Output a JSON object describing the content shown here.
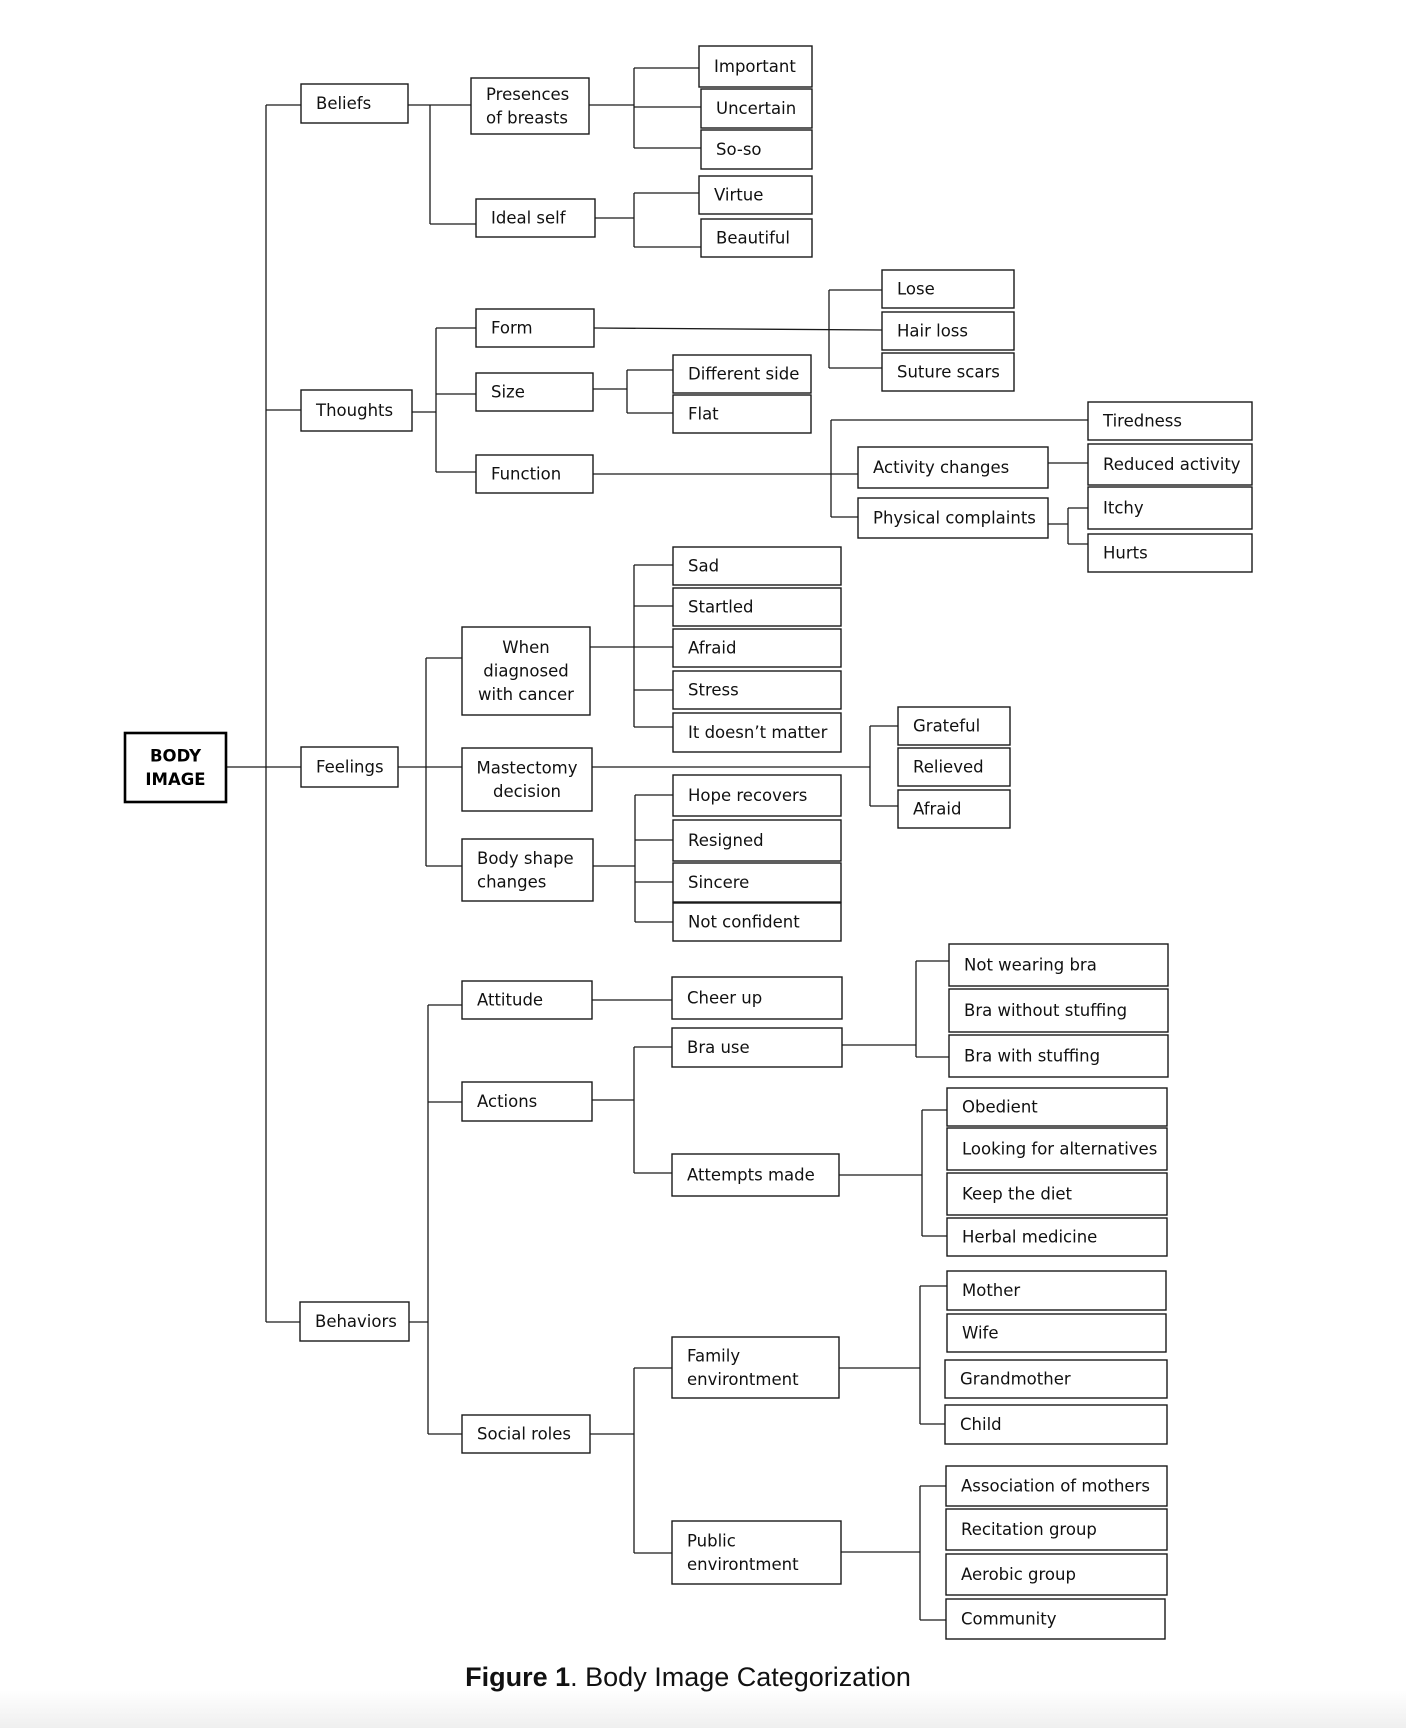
{
  "caption": {
    "number": "Figure 1",
    "text": ". Body Image Categorization"
  },
  "root": [
    "BODY",
    "IMAGE"
  ],
  "nodes": {
    "beliefs": "Beliefs",
    "thoughts": "Thoughts",
    "feelings": "Feelings",
    "behaviors": "Behaviors",
    "presences": [
      "Presences",
      "of breasts"
    ],
    "ideal_self": "Ideal self",
    "important": "Important",
    "uncertain": "Uncertain",
    "soso": "So-so",
    "virtue": "Virtue",
    "beautiful": "Beautiful",
    "form": "Form",
    "size": "Size",
    "function": "Function",
    "lose": "Lose",
    "hair_loss": "Hair loss",
    "suture_scars": "Suture scars",
    "different_side": "Different side",
    "flat": "Flat",
    "activity_changes": "Activity changes",
    "physical_complaints": "Physical complaints",
    "tiredness": "Tiredness",
    "reduced_activity": "Reduced activity",
    "itchy": "Itchy",
    "hurts": "Hurts",
    "diagnosed": [
      "When",
      "diagnosed",
      "with cancer"
    ],
    "mastectomy": [
      "Mastectomy",
      "decision"
    ],
    "body_shape": [
      "Body shape",
      "changes"
    ],
    "sad": "Sad",
    "startled": "Startled",
    "afraid1": "Afraid",
    "stress": "Stress",
    "doesnt_matter": "It doesn’t matter",
    "grateful": "Grateful",
    "relieved": "Relieved",
    "afraid2": "Afraid",
    "hope_recovers": "Hope recovers",
    "resigned": "Resigned",
    "sincere": "Sincere",
    "not_confident": "Not confident",
    "attitude": "Attitude",
    "actions": "Actions",
    "social_roles": "Social roles",
    "cheer_up": "Cheer up",
    "bra_use": "Bra use",
    "attempts_made": "Attempts made",
    "not_wearing_bra": "Not wearing bra",
    "bra_without": "Bra without stuffing",
    "bra_with": "Bra with stuffing",
    "obedient": "Obedient",
    "looking_alt": "Looking for alternatives",
    "keep_diet": "Keep the diet",
    "herbal": "Herbal medicine",
    "family_env": [
      "Family",
      "environtment"
    ],
    "public_env": [
      "Public",
      "environtment"
    ],
    "mother": "Mother",
    "wife": "Wife",
    "grandmother": "Grandmother",
    "child": "Child",
    "assoc_mothers": "Association of mothers",
    "recitation": "Recitation group",
    "aerobic": "Aerobic group",
    "community": "Community"
  }
}
